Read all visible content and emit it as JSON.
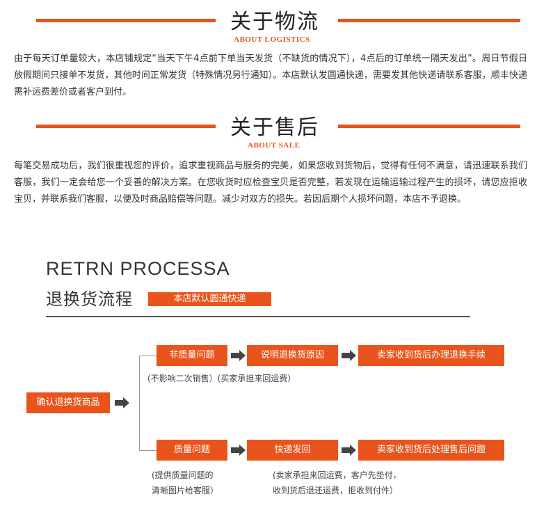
{
  "logistics": {
    "title": "关于物流",
    "subtitle": "ABOUT LOGISTICS",
    "body": "由于每天订单量较大，本店铺规定“当天下午4点前下单当天发货（不缺货的情况下），4点后的订单统一隔天发出”。周日节假日放假期间只接单不发货，其他时间正常发货（特殊情况另行通知）。本店默认发圆通快递，需要发其他快递请联系客服，顺丰快递需补运费差价或者客户到付。"
  },
  "after_sale": {
    "title": "关于售后",
    "subtitle": "ABOUT SALE",
    "body": "每笔交易成功后，我们很重视您的评价，追求重视商品与服务的完美，如果您收到货物后，觉得有任何不满意，请迅速联系我们客服，我们一定会给您一个妥善的解决方案。在您收货时应检查宝贝是否完整，若发现在运输运输过程产生的损坏，请您应拒收宝贝，并联系我们客服，以便及时商品赔偿等问题。减少对双方的损失。若因后期个人损坏问题，本店不予退换。"
  },
  "process": {
    "title_en": "RETRN PROCESSA",
    "title_cn": "退换货流程",
    "tag": "本店默认圆通快递",
    "start": "确认退换货商品",
    "top_row": [
      "非质量问题",
      "说明退换货原因",
      "卖家收到货后办理退换手续"
    ],
    "top_note": "(不影响二次销售）(买家承担来回运费）",
    "bottom_row": [
      "质量问题",
      "快递发回",
      "卖家收到货后处理售后问题"
    ],
    "bottom_note_1": [
      "(提供质量问题的",
      "清晰图片给客服）"
    ],
    "bottom_note_2": [
      "(卖家承担来回运费，客户先垫付，",
      "收到货后退还运费，拒收到付件）"
    ]
  },
  "colors": {
    "accent": "#e8541c",
    "text": "#333333"
  }
}
